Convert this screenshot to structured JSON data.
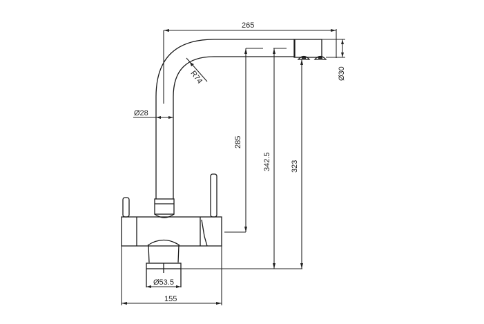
{
  "drawing": {
    "title": "Kitchen faucet technical dimension drawing",
    "units": "mm",
    "line_color": "#1a1a1a",
    "background": "#ffffff"
  },
  "dimensions": {
    "spout_reach": "265",
    "spout_bend_radius": "R74",
    "spout_tube_diameter": "Ø28",
    "spout_head_diameter": "Ø30",
    "spout_height_a": "285",
    "spout_height_b": "342.5",
    "spout_height_c": "323",
    "base_diameter": "Ø53.5",
    "body_width": "155"
  }
}
